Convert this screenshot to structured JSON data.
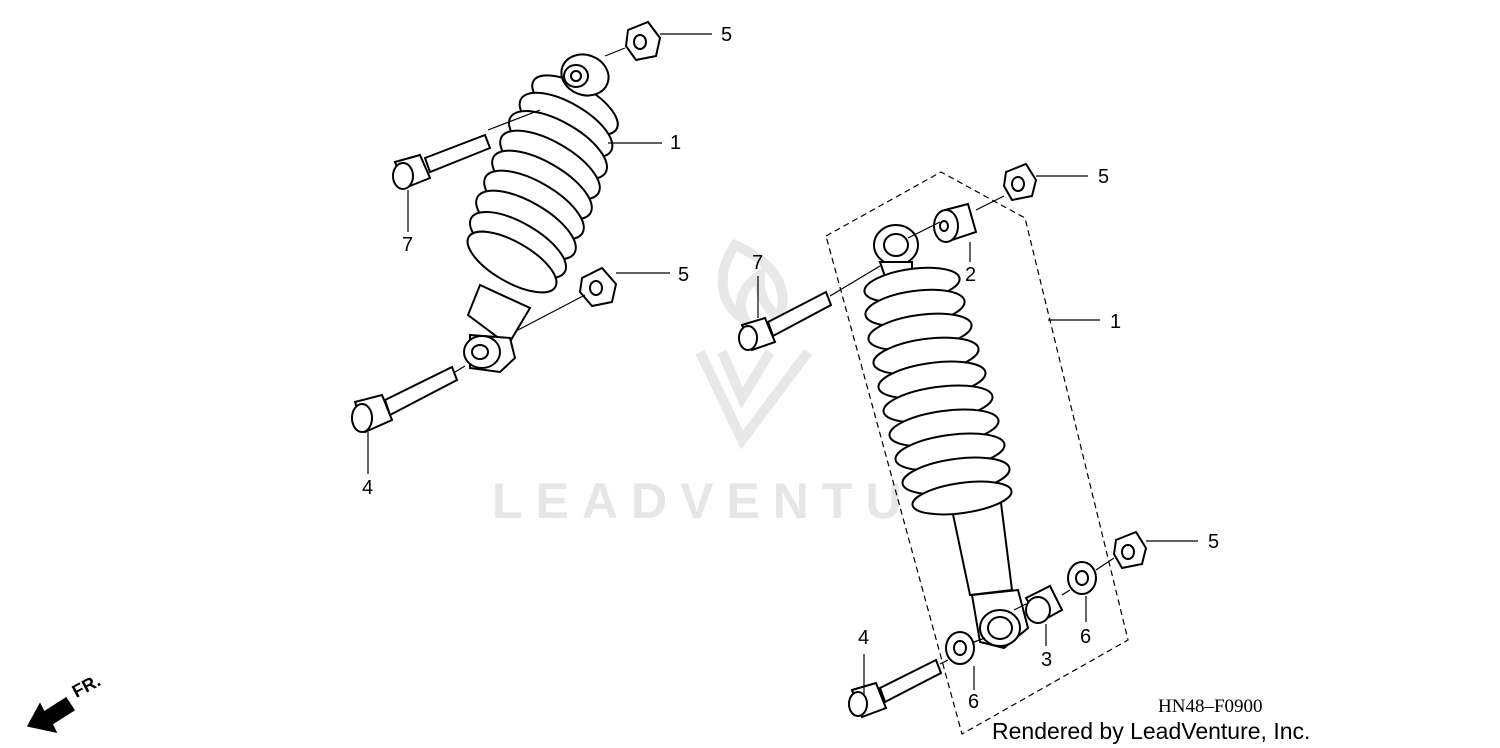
{
  "diagram": {
    "watermark": "LEADVENTU",
    "direction_label": "FR.",
    "diagram_code": "HN48–F0900",
    "credit": "Rendered by LeadVenture, Inc."
  },
  "callouts": {
    "left_nut_top": "5",
    "left_shock": "1",
    "left_bolt_top": "7",
    "left_nut_mid": "5",
    "left_bolt_bottom": "4",
    "right_nut_top": "5",
    "right_bushing_top": "2",
    "right_bolt_top": "7",
    "right_shock": "1",
    "right_nut_bottom": "5",
    "right_washer_right": "6",
    "right_collar": "3",
    "right_bolt_bottom": "4",
    "right_washer_left": "6"
  }
}
